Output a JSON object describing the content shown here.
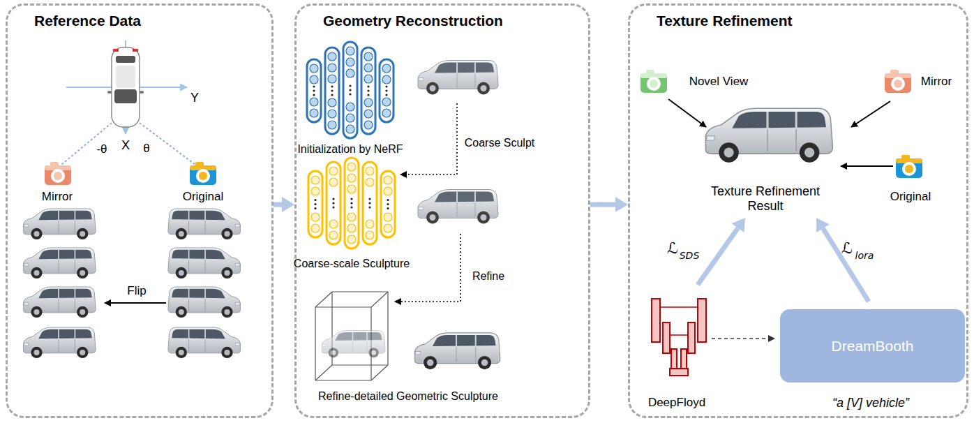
{
  "diagram": {
    "nodes": [
      {
        "text": [
          "Reference Data"
        ]
      },
      {
        "text": [
          "Geometry Reconstruction"
        ]
      },
      {
        "text": [
          "Texture Refinement"
        ]
      },
      {
        "text": [
          "DreamBooth"
        ],
        "in": 2
      }
    ],
    "edges": [
      {
        "from": 0,
        "to": 1,
        "arrow": "to"
      },
      {
        "from": 1,
        "to": 2,
        "arrow": "to"
      }
    ],
    "labels": [
      "Y",
      "X",
      "-θ",
      "θ",
      "Mirror",
      "Original",
      "Flip",
      "Initialization by NeRF",
      "Coarse Sculpt",
      "Coarse-scale Sculpture",
      "Refine",
      "Refine-detailed Geometric Sculpture",
      "Novel View",
      "Mirror",
      "Original",
      "Texture Refinement Result",
      "ℒ",
      "SDS",
      "ℒ",
      "lora",
      "DeepFloyd",
      "“a [V] vehicle”"
    ]
  }
}
